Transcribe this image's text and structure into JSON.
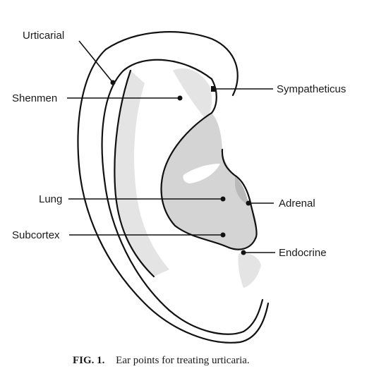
{
  "labels": {
    "urticarial": "Urticarial",
    "shenmen": "Shenmen",
    "sympatheticus": "Sympatheticus",
    "lung": "Lung",
    "adrenal": "Adrenal",
    "subcortex": "Subcortex",
    "endocrine": "Endocrine"
  },
  "caption": {
    "number": "FIG. 1.",
    "text": "Ear points for treating urticaria."
  },
  "colors": {
    "line": "#111111",
    "shade_light": "#e4e4e4",
    "shade_mid": "#d4d4d4",
    "shade_dark": "#b9b9b9"
  }
}
